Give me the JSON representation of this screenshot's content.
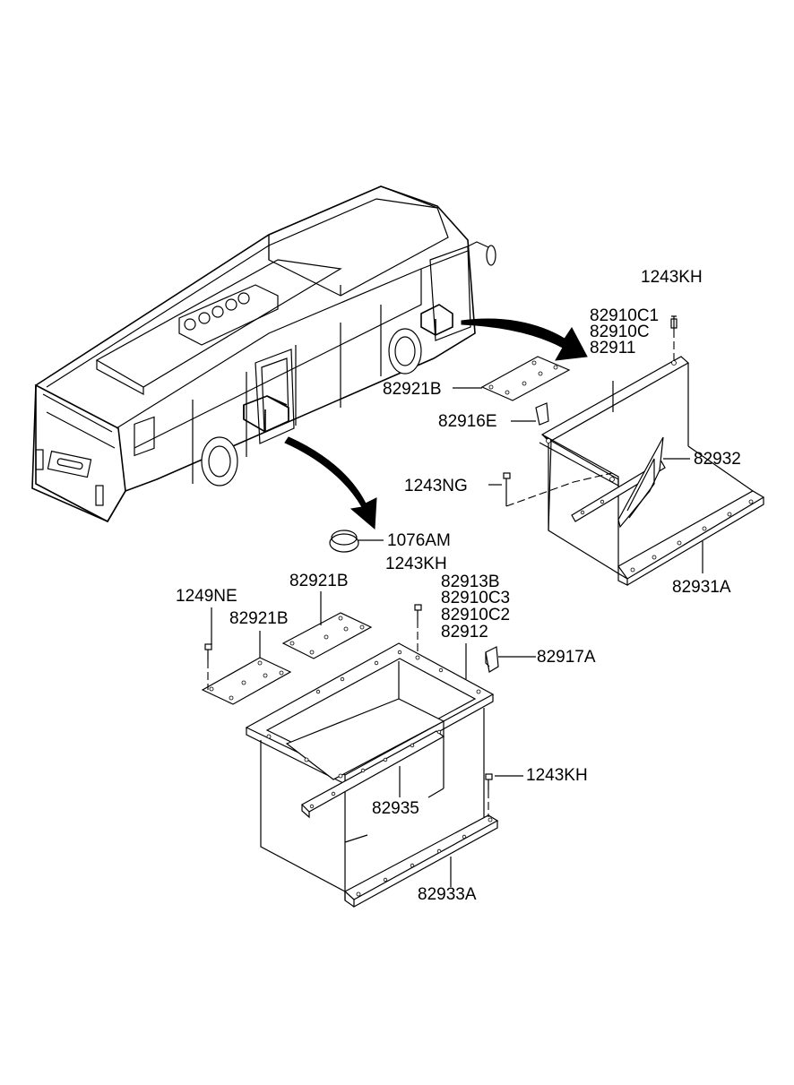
{
  "labels": {
    "p1243KH_top": "1243KH",
    "p82910C1": "82910C1",
    "p82910C": "82910C",
    "p82911": "82911",
    "p82921B_right": "82921B",
    "p82916E": "82916E",
    "p82932": "82932",
    "p1243NG": "1243NG",
    "p82931A": "82931A",
    "p1076AM": "1076AM",
    "p1243KH_mid": "1243KH",
    "p82921B_mid": "82921B",
    "p1249NE": "1249NE",
    "p82921B_left": "82921B",
    "p82913B": "82913B",
    "p82910C3": "82910C3",
    "p82910C2": "82910C2",
    "p82912": "82912",
    "p82917A": "82917A",
    "p1243KH_low": "1243KH",
    "p82935": "82935",
    "p82933A": "82933A"
  },
  "colors": {
    "line": "#000000",
    "background": "#ffffff"
  }
}
